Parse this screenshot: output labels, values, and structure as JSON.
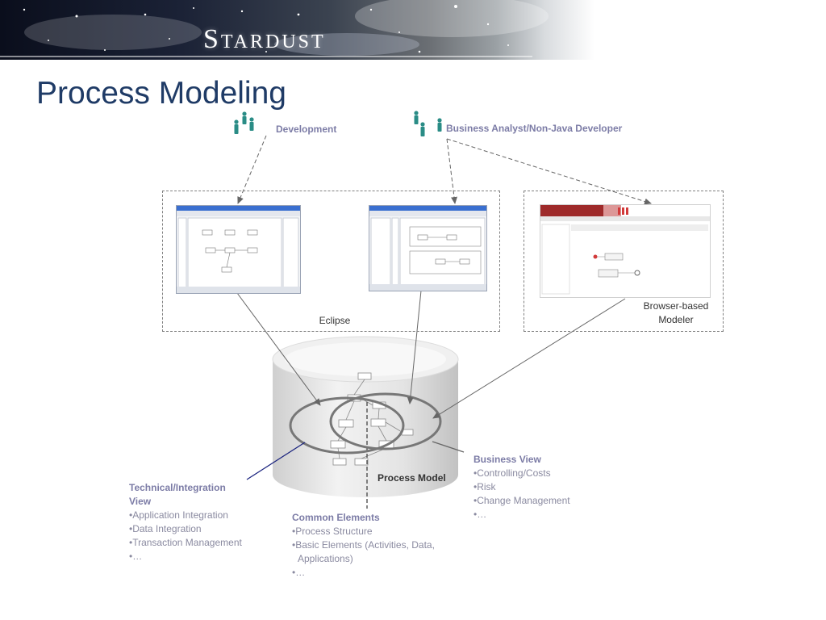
{
  "header": {
    "brand": "Stardust"
  },
  "page_title": "Process Modeling",
  "actors": [
    {
      "label": "Development"
    },
    {
      "label": "Business Analyst/Non-Java Developer"
    }
  ],
  "boxes": {
    "eclipse": {
      "label": "Eclipse"
    },
    "browser": {
      "label_line1": "Browser-based",
      "label_line2": "Modeler"
    }
  },
  "center": {
    "label": "Process Model"
  },
  "notes": {
    "technical": {
      "title_line1": "Technical/Integration",
      "title_line2": "View",
      "items": [
        "Application Integration",
        "Data Integration",
        "Transaction Management",
        "…"
      ]
    },
    "common": {
      "title": "Common Elements",
      "items": [
        "Process Structure",
        "Basic Elements (Activities, Data, Applications)",
        "…"
      ]
    },
    "business": {
      "title": "Business View",
      "items": [
        "Controlling/Costs",
        "Risk",
        "Change Management",
        "…"
      ]
    }
  },
  "colors": {
    "title": "#1f3b66",
    "note_heading": "#7c7ca6",
    "note_text": "#8a8aa0",
    "figure": "#2a8c86",
    "technical_line": "#1a237e"
  }
}
